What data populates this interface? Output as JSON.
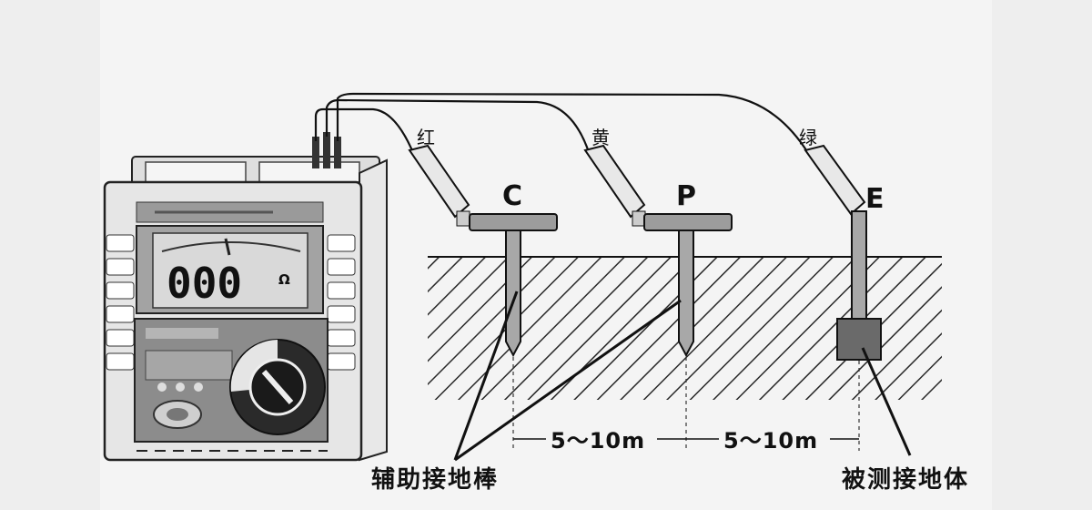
{
  "meter": {
    "display_value": "000",
    "unit_symbol": "Ω"
  },
  "wires": {
    "red": "红",
    "yellow": "黄",
    "green": "绿"
  },
  "terminals": {
    "c": "C",
    "p": "P",
    "e": "E"
  },
  "distances": {
    "cp": "5～10m",
    "pe": "5～10m"
  },
  "captions": {
    "aux_rods": "辅助接地棒",
    "tested_body": "被测接地体"
  },
  "colors": {
    "line": "#111111",
    "background": "#f4f4f4",
    "meter_body": "#e6e6e6",
    "panel_dark": "#8c8c8c"
  }
}
